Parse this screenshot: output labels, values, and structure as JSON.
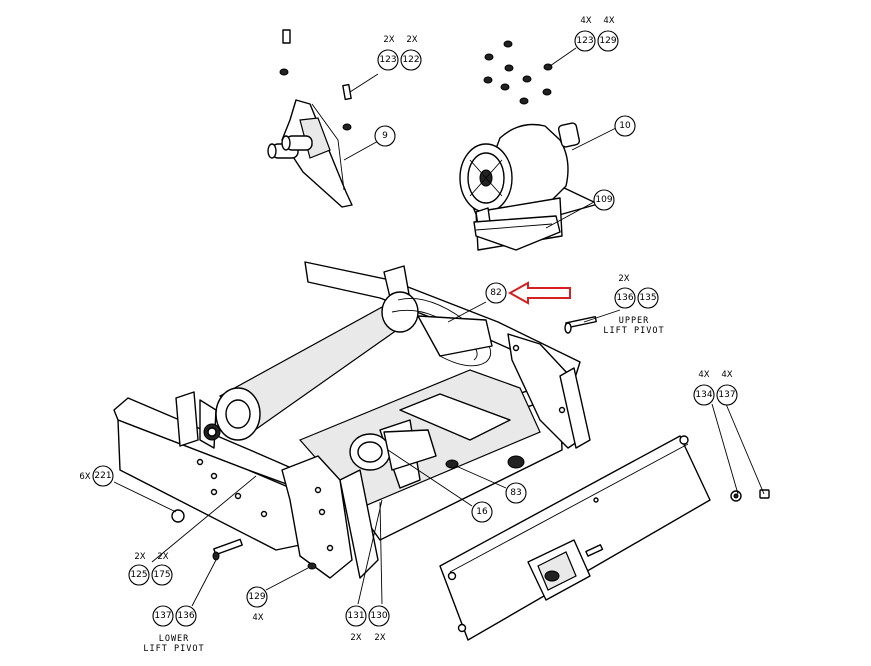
{
  "callouts": [
    {
      "id": "9"
    },
    {
      "id": "10"
    },
    {
      "id": "16"
    },
    {
      "id": "82"
    },
    {
      "id": "83"
    },
    {
      "id": "109"
    },
    {
      "id": "221",
      "qty": "6X"
    },
    {
      "id": "123",
      "qty": "2X"
    },
    {
      "id": "122",
      "qty": "2X"
    },
    {
      "id": "123",
      "qty": "4X"
    },
    {
      "id": "129",
      "qty": "4X"
    },
    {
      "id": "136",
      "qty": "2X"
    },
    {
      "id": "135"
    },
    {
      "id": "134",
      "qty": "4X"
    },
    {
      "id": "137",
      "qty": "4X"
    },
    {
      "id": "125",
      "qty": "2X"
    },
    {
      "id": "175",
      "qty": "2X"
    },
    {
      "id": "137"
    },
    {
      "id": "136"
    },
    {
      "id": "129",
      "qty": "4X"
    },
    {
      "id": "131",
      "qty": "2X"
    },
    {
      "id": "130",
      "qty": "2X"
    }
  ],
  "labels": {
    "upper_line1": "UPPER",
    "upper_line2": "LIFT PIVOT",
    "lower_line1": "LOWER",
    "lower_line2": "LIFT PIVOT"
  },
  "colors": {
    "line": "#000000",
    "highlight_arrow": "#d42020"
  }
}
